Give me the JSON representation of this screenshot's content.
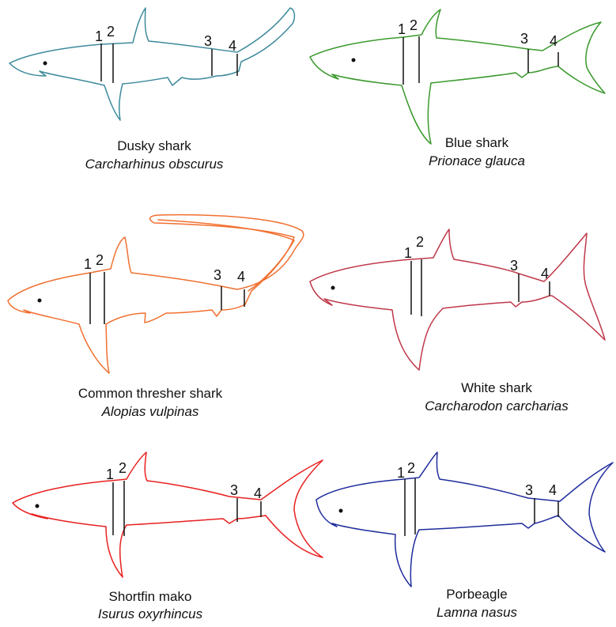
{
  "sharks": [
    {
      "id": "dusky",
      "common_name": "Dusky shark",
      "scientific_name": "Carcharhinus obscurus",
      "color": "#3d8a9c",
      "section_labels": [
        "1",
        "2",
        "3",
        "4"
      ]
    },
    {
      "id": "blue",
      "common_name": "Blue shark",
      "scientific_name": "Prionace glauca",
      "color": "#3a9a2c",
      "section_labels": [
        "1",
        "2",
        "3",
        "4"
      ]
    },
    {
      "id": "thresher",
      "common_name": "Common thresher shark",
      "scientific_name": "Alopias vulpinas",
      "color": "#f07030",
      "section_labels": [
        "1",
        "2",
        "3",
        "4"
      ]
    },
    {
      "id": "white",
      "common_name": "White shark",
      "scientific_name": "Carcharodon carcharias",
      "color": "#c0384a",
      "section_labels": [
        "1",
        "2",
        "3",
        "4"
      ]
    },
    {
      "id": "mako",
      "common_name": "Shortfin mako",
      "scientific_name": "Isurus oxyrhincus",
      "color": "#e82020",
      "section_labels": [
        "1",
        "2",
        "3",
        "4"
      ]
    },
    {
      "id": "porbeagle",
      "common_name": "Porbeagle",
      "scientific_name": "Lamna nasus",
      "color": "#1f2d9c",
      "section_labels": [
        "1",
        "2",
        "3",
        "4"
      ]
    }
  ]
}
